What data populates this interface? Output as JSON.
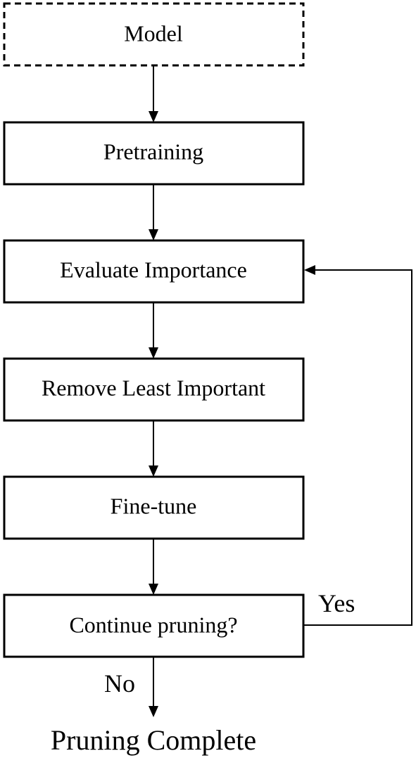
{
  "nodes": {
    "model": "Model",
    "pretraining": "Pretraining",
    "evaluate": "Evaluate Importance",
    "remove": "Remove Least Important",
    "finetune": "Fine-tune",
    "decision": "Continue pruning?"
  },
  "labels": {
    "yes": "Yes",
    "no": "No"
  },
  "terminal": "Pruning Complete"
}
